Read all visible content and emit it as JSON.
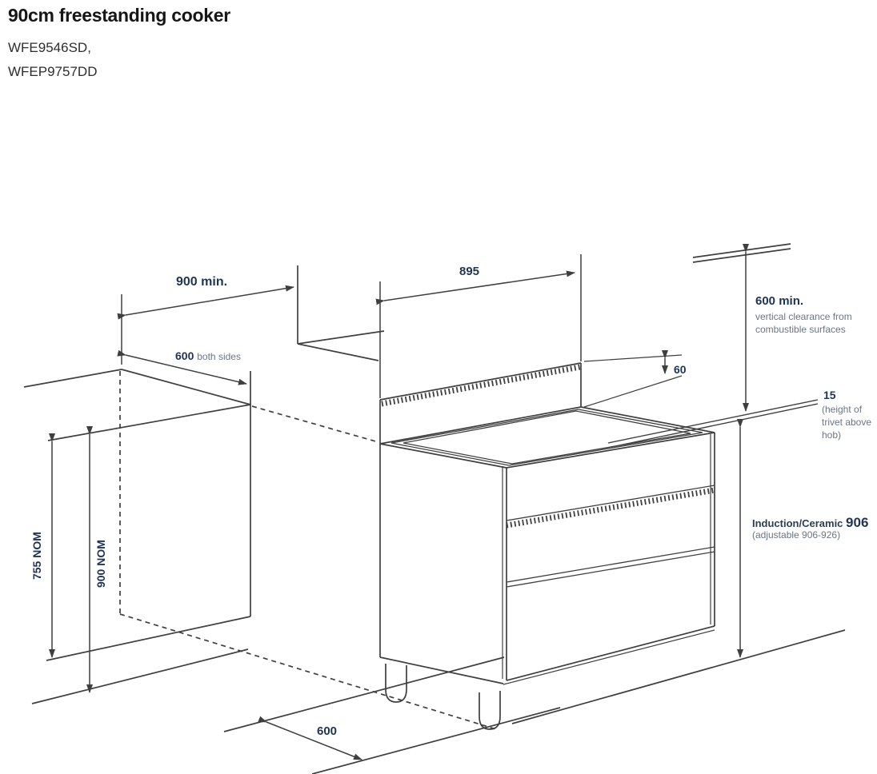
{
  "page": {
    "title": "90cm freestanding cooker",
    "models": [
      "WFE9546SD,",
      "WFEP9757DD"
    ]
  },
  "colors": {
    "line": "#3f3f3f",
    "number": "#1e3452",
    "note": "#6a7683"
  },
  "dimensions": {
    "bench_opening": {
      "value": "900 min."
    },
    "bench_depth": {
      "value": "600",
      "note": "both sides"
    },
    "cooker_width": {
      "value": "895"
    },
    "vertical_clearance": {
      "value": "600 min.",
      "note": "vertical clearance from combustible surfaces"
    },
    "backguard_height": {
      "value": "60"
    },
    "trivet_height": {
      "value": "15",
      "note": "(height of trivet above hob)"
    },
    "hob_height": {
      "label": "Induction/Ceramic",
      "value": "906",
      "note": "(adjustable 906-926)"
    },
    "bench_height": {
      "value": "755 NOM"
    },
    "benchtop_height": {
      "value": "900 NOM"
    },
    "cooker_depth": {
      "value": "600"
    }
  }
}
